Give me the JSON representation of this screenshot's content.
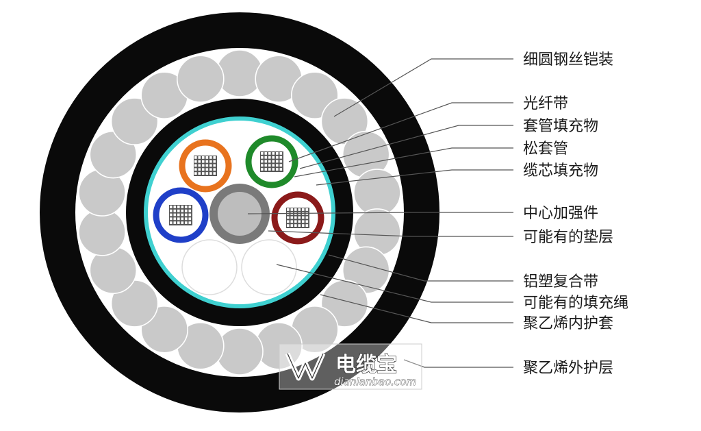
{
  "labels": {
    "armor": "细圆钢丝铠装",
    "fiber_ribbon": "光纤带",
    "tube_filler": "套管填充物",
    "loose_tube": "松套管",
    "core_filler": "缆芯填充物",
    "central_member": "中心加强件",
    "possible_bedding": "可能有的垫层",
    "aluminum_tape": "铝塑复合带",
    "possible_filler_rope": "可能有的填充绳",
    "inner_sheath": "聚乙烯内护套",
    "outer_sheath": "聚乙烯外护层"
  },
  "watermark": {
    "brand": "电缆宝",
    "url": "dianlanbao.com"
  },
  "colors": {
    "outer_sheath": "#0a0a0a",
    "armor_wire": "#c9c9c9",
    "aluminum_tape": "#3fd0d0",
    "tube_orange": "#e8731e",
    "tube_green": "#1f8a2a",
    "tube_blue": "#1f3fc8",
    "tube_red": "#8b1a1a",
    "central_member": "#7a7a7a",
    "leader_line": "#555555"
  }
}
